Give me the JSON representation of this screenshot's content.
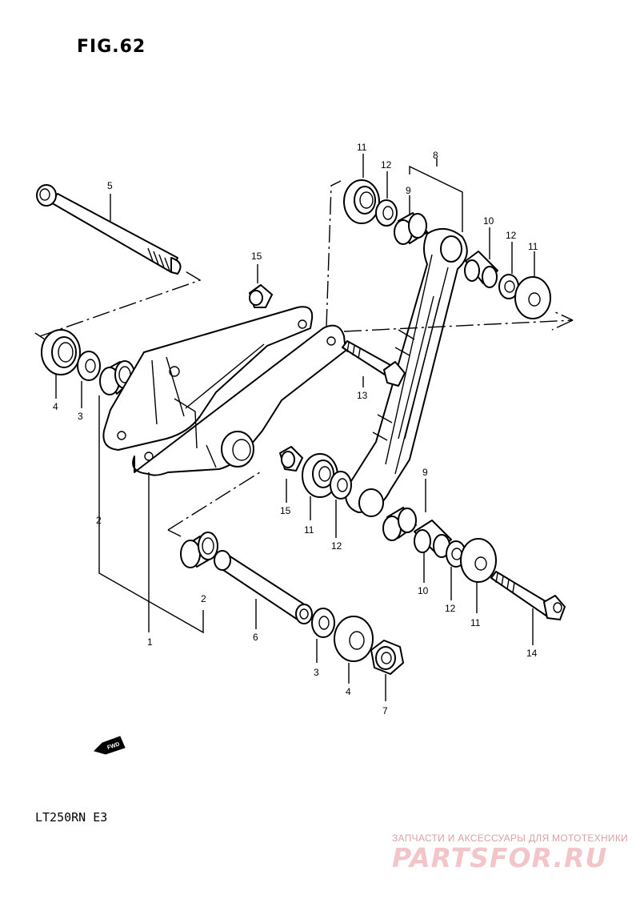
{
  "figure_title": "FIG.62",
  "model_code": "LT250RN  E3",
  "fwd_label": "FWD",
  "watermark": {
    "subtitle": "ЗАПЧАСТИ И АКСЕССУАРЫ ДЛЯ МОТОТЕХНИКИ",
    "brand": "PARTSFOR.RU"
  },
  "callouts": [
    {
      "id": "c1",
      "label": "1"
    },
    {
      "id": "c2a",
      "label": "2"
    },
    {
      "id": "c2b",
      "label": "2"
    },
    {
      "id": "c3a",
      "label": "3"
    },
    {
      "id": "c3b",
      "label": "3"
    },
    {
      "id": "c4a",
      "label": "4"
    },
    {
      "id": "c4b",
      "label": "4"
    },
    {
      "id": "c5",
      "label": "5"
    },
    {
      "id": "c6",
      "label": "6"
    },
    {
      "id": "c7",
      "label": "7"
    },
    {
      "id": "c8",
      "label": "8"
    },
    {
      "id": "c9a",
      "label": "9"
    },
    {
      "id": "c9b",
      "label": "9"
    },
    {
      "id": "c10a",
      "label": "10"
    },
    {
      "id": "c10b",
      "label": "10"
    },
    {
      "id": "c11a",
      "label": "11"
    },
    {
      "id": "c11b",
      "label": "11"
    },
    {
      "id": "c11c",
      "label": "11"
    },
    {
      "id": "c11d",
      "label": "11"
    },
    {
      "id": "c12a",
      "label": "12"
    },
    {
      "id": "c12b",
      "label": "12"
    },
    {
      "id": "c12c",
      "label": "12"
    },
    {
      "id": "c12d",
      "label": "12"
    },
    {
      "id": "c13",
      "label": "13"
    },
    {
      "id": "c14",
      "label": "14"
    },
    {
      "id": "c15a",
      "label": "15"
    },
    {
      "id": "c15b",
      "label": "15"
    }
  ]
}
